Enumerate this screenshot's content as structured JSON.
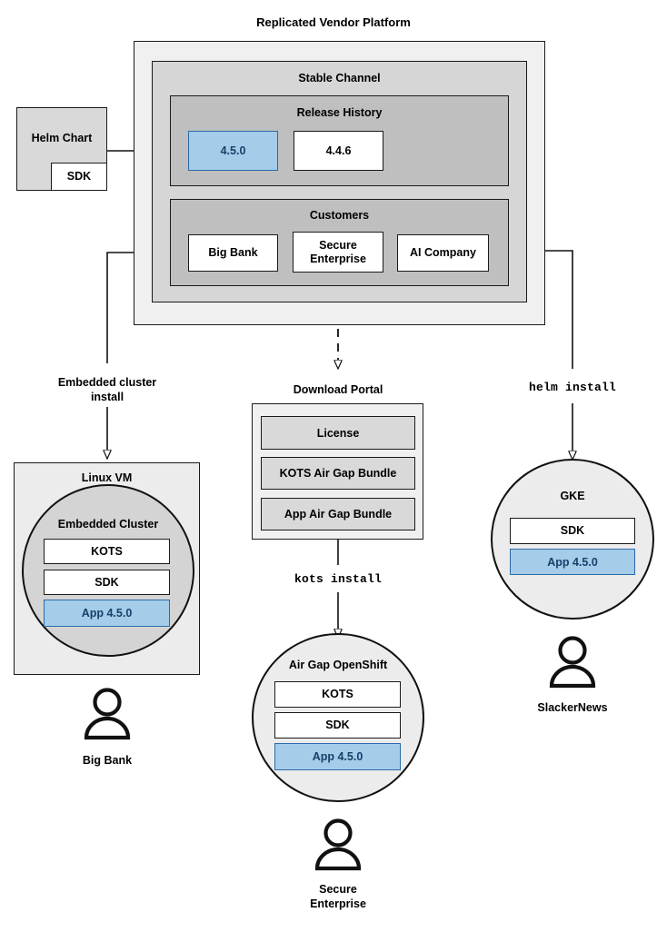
{
  "diagram": {
    "title": "Replicated Vendor Platform",
    "platform": {
      "stable_channel": {
        "title": "Stable Channel",
        "release_history": {
          "title": "Release History",
          "releases": [
            {
              "version": "4.5.0",
              "highlighted": true
            },
            {
              "version": "4.4.6",
              "highlighted": false
            }
          ]
        },
        "customers": {
          "title": "Customers",
          "items": [
            {
              "name": "Big Bank"
            },
            {
              "name": "Secure\nEnterprise",
              "line1": "Secure",
              "line2": "Enterprise"
            },
            {
              "name": "AI Company"
            }
          ]
        }
      }
    },
    "source": {
      "title": "Helm Chart",
      "sdk_label": "SDK"
    },
    "download_portal": {
      "title": "Download Portal",
      "artifacts": [
        {
          "label": "License"
        },
        {
          "label": "KOTS Air Gap Bundle"
        },
        {
          "label": "App Air Gap Bundle"
        }
      ]
    },
    "edge_labels": {
      "embedded_install_line1": "Embedded cluster",
      "embedded_install_line2": "install",
      "kots_install": "kots install",
      "helm_install": "helm install"
    },
    "targets": [
      {
        "id": "linux-vm",
        "title": "Linux VM",
        "inner_title": "Embedded Cluster",
        "components": [
          {
            "label": "KOTS",
            "style": "white"
          },
          {
            "label": "SDK",
            "style": "white"
          },
          {
            "label": "App 4.5.0",
            "style": "blue"
          }
        ],
        "actor": "Big Bank"
      },
      {
        "id": "air-gap-openshift",
        "title": "Air Gap OpenShift",
        "components": [
          {
            "label": "KOTS",
            "style": "white"
          },
          {
            "label": "SDK",
            "style": "white"
          },
          {
            "label": "App 4.5.0",
            "style": "blue"
          }
        ],
        "actor_line1": "Secure",
        "actor_line2": "Enterprise"
      },
      {
        "id": "gke",
        "title": "GKE",
        "components": [
          {
            "label": "SDK",
            "style": "white"
          },
          {
            "label": "App 4.5.0",
            "style": "blue"
          }
        ],
        "actor": "SlackerNews"
      }
    ],
    "colors": {
      "highlight_fill": "#a5cce8",
      "highlight_border": "#2a6ba8",
      "highlight_text": "#15406b",
      "panel_outer": "#f0f0f0",
      "panel_mid": "#d6d6d6",
      "panel_inner": "#bfbfbf",
      "stroke": "#1a1a1a"
    }
  }
}
